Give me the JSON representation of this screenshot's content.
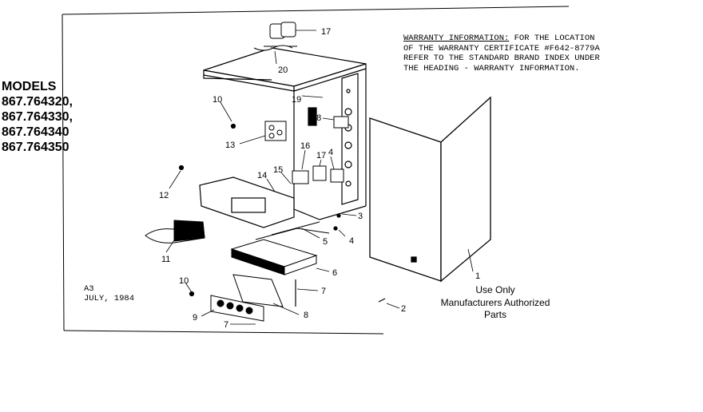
{
  "models": {
    "heading": "MODELS",
    "list": [
      "867.764320,",
      "867.764330,",
      "867.764340",
      "867.764350"
    ]
  },
  "warranty": {
    "label": "WARRANTY INFORMATION:",
    "line1_rest": " FOR THE LOCATION",
    "line2": "OF THE WARRANTY CERTIFICATE #F642-8779A",
    "line3": "REFER TO THE STANDARD BRAND INDEX UNDER",
    "line4": "THE HEADING - WARRANTY INFORMATION."
  },
  "revision": {
    "code": "A3",
    "date": "JULY, 1984"
  },
  "notice": {
    "line1": "Use Only",
    "line2": "Manufacturers Authorized",
    "line3": "Parts"
  },
  "callouts": {
    "c17_top": "17",
    "c20": "20",
    "c10_upper": "10",
    "c19": "19",
    "c18": "18",
    "c13": "13",
    "c16": "16",
    "c17_mid": "17",
    "c4_mid": "4",
    "c14": "14",
    "c15": "15",
    "c12": "12",
    "c3": "3",
    "c4_low": "4",
    "c5": "5",
    "c11": "11",
    "c6": "6",
    "c1": "1",
    "c10_lower": "10",
    "c7_right": "7",
    "c9": "9",
    "c8": "8",
    "c7_bottom": "7",
    "c2": "2"
  }
}
